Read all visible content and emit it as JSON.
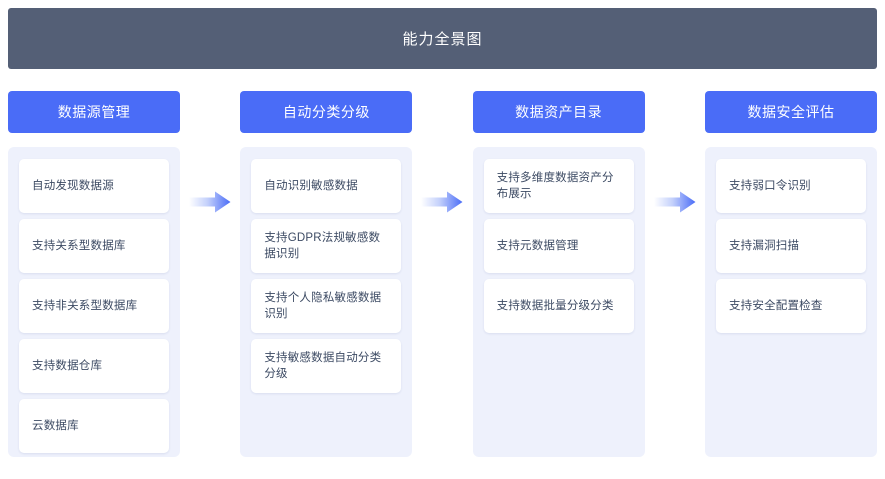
{
  "header": {
    "title": "能力全景图",
    "bar_color": "#545f76"
  },
  "theme": {
    "accent": "#4a6cf7",
    "panel_bg": "#eef1fc",
    "card_bg": "#ffffff",
    "card_text": "#3c4a63",
    "arrow_from": "#ffffff",
    "arrow_to": "#4a6cf7"
  },
  "columns": [
    {
      "header": "数据源管理",
      "items": [
        "自动发现数据源",
        "支持关系型数据库",
        "支持非关系型数据库",
        "支持数据仓库",
        "云数据库"
      ]
    },
    {
      "header": "自动分类分级",
      "items": [
        "自动识别敏感数据",
        "支持GDPR法规敏感数据识别",
        "支持个人隐私敏感数据识别",
        "支持敏感数据自动分类分级"
      ]
    },
    {
      "header": "数据资产目录",
      "items": [
        "支持多维度数据资产分布展示",
        "支持元数据管理",
        "支持数据批量分级分类"
      ]
    },
    {
      "header": "数据安全评估",
      "items": [
        "支持弱口令识别",
        "支持漏洞扫描",
        "支持安全配置检查"
      ]
    }
  ],
  "arrows": [
    {
      "name": "flow-arrow-1"
    },
    {
      "name": "flow-arrow-2"
    },
    {
      "name": "flow-arrow-3"
    }
  ]
}
